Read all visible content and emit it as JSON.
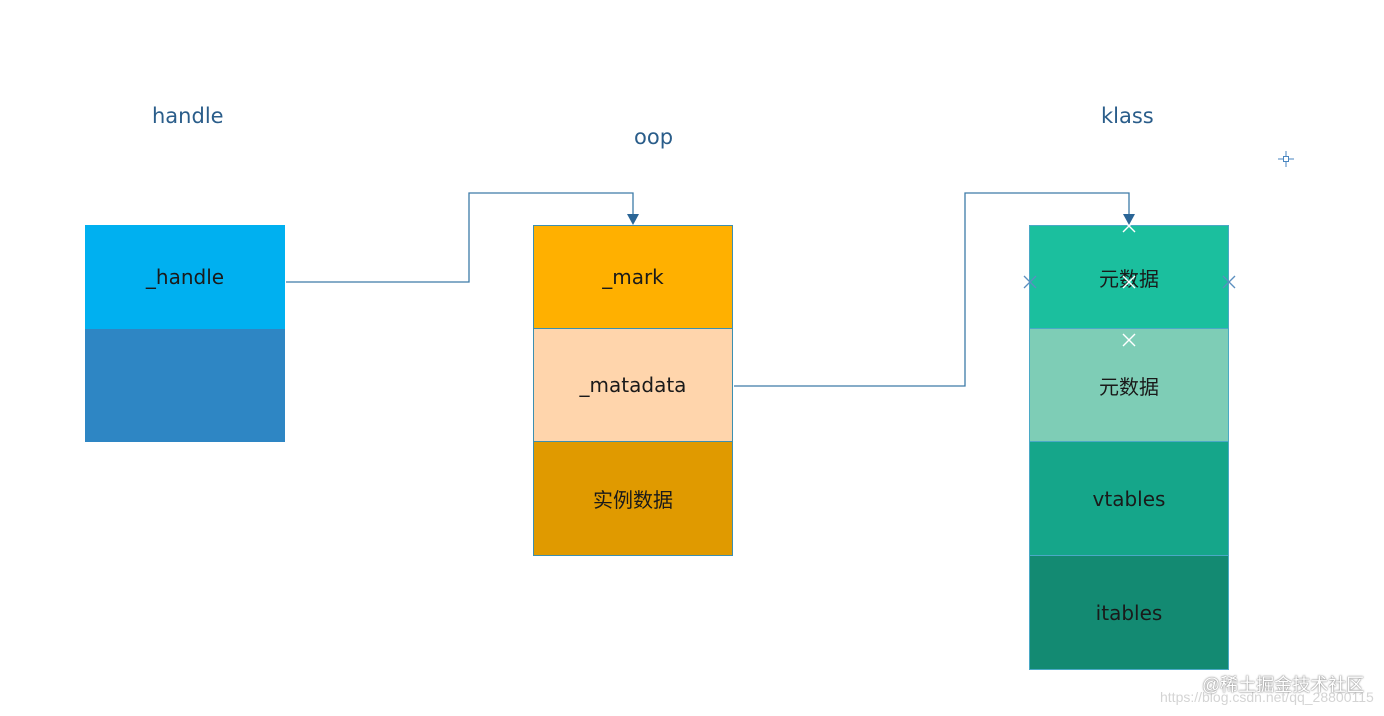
{
  "headings": {
    "handle": "handle",
    "oop": "oop",
    "klass": "klass"
  },
  "handle_block": {
    "cells": [
      "_handle",
      ""
    ]
  },
  "oop_block": {
    "cells": [
      "_mark",
      "_matadata",
      "实例数据"
    ]
  },
  "klass_block": {
    "cells": [
      "元数据",
      "元数据",
      "vtables",
      "itables"
    ]
  },
  "watermark": {
    "url": "https://blog.csdn.net/qq_28800115",
    "site": "@稀土掘金技术社区"
  },
  "colors": {
    "heading_text": "#2a5d8a",
    "connector": "#3d7ba8",
    "handle_top": "#00b0f0",
    "handle_bottom": "#2e86c4",
    "oop_mark": "#ffb000",
    "oop_matadata": "#ffd5ac",
    "oop_instance": "#e09a00",
    "klass_meta_1": "#1bbf9e",
    "klass_meta_2": "#7ecdb6",
    "klass_vtables": "#15a68a",
    "klass_itables": "#138a72"
  },
  "icons": [
    "arrow-head-icon",
    "selection-handle-icon",
    "crosshair-icon"
  ]
}
